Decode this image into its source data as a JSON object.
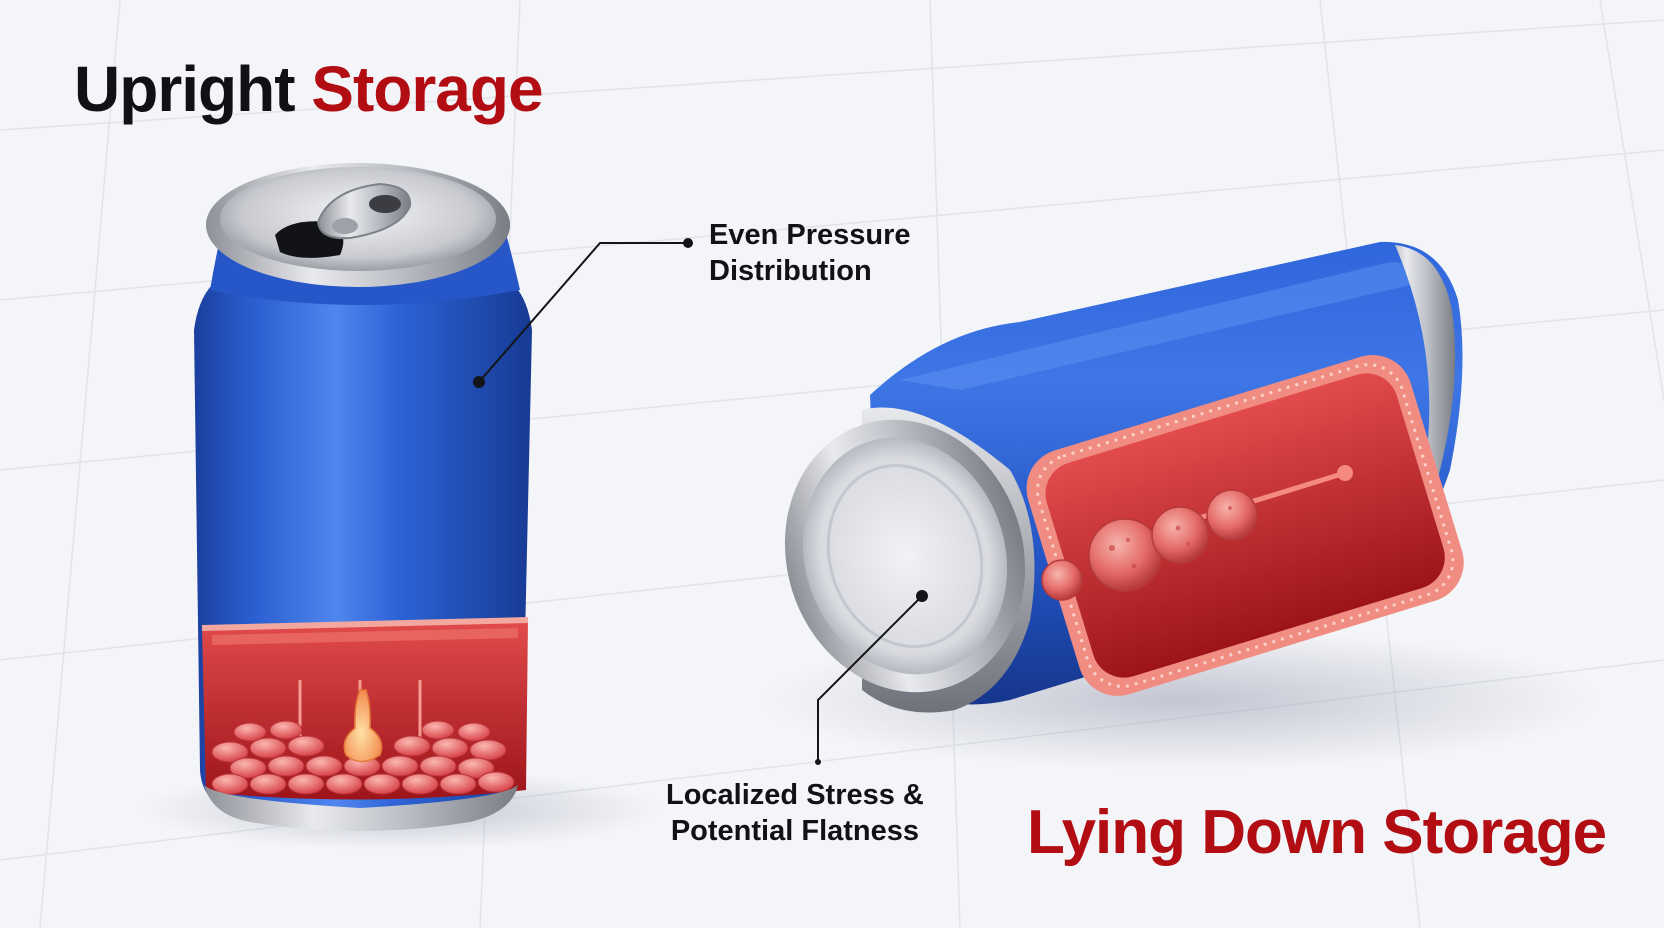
{
  "titles": {
    "upright_part1": "Upright",
    "upright_part2": "Storage",
    "lying": "Lying Down Storage"
  },
  "callouts": {
    "even_line1": "Even Pressure",
    "even_line2": "Distribution",
    "localized_line1": "Localized Stress &",
    "localized_line2": "Potential Flatness"
  },
  "colors": {
    "can_blue": "#2a5fcf",
    "accent_red": "#b10d12",
    "interior_red": "#c7282c",
    "aluminum": "#c9cbd0",
    "text_dark": "#101114"
  }
}
